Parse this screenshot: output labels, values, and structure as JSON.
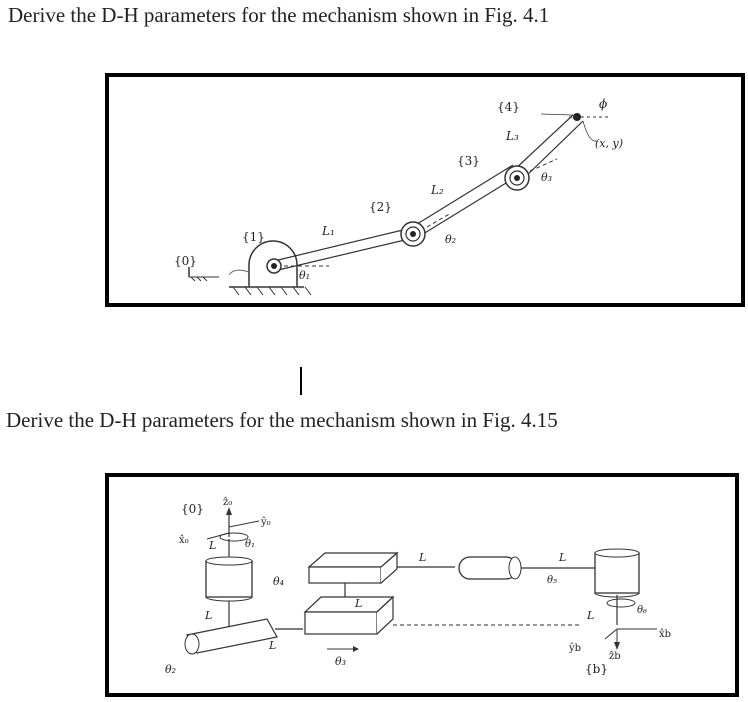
{
  "question1": {
    "text": "Derive the D-H parameters for the mechanism shown in Fig. 4.1"
  },
  "question2": {
    "text": "Derive the D-H parameters for the mechanism shown in Fig. 4.15"
  },
  "figure1": {
    "frames": [
      "{0}",
      "{1}",
      "{2}",
      "{3}",
      "{4}"
    ],
    "links": [
      "L₁",
      "L₂",
      "L₃"
    ],
    "joints": [
      "θ₁",
      "θ₂",
      "θ₃"
    ],
    "end_angle": "ϕ",
    "end_point": "(x, y)"
  },
  "figure2": {
    "frame0": "{0}",
    "frameb": "{b}",
    "axes0": {
      "z": "ẑ₀",
      "y": "ŷ₀",
      "x": "x̂₀"
    },
    "axesb": {
      "z": "ẑb",
      "y": "ŷb",
      "x": "x̂b"
    },
    "joints": [
      "θ₁",
      "θ₂",
      "θ₃",
      "θ₄",
      "θ₅",
      "θ₆"
    ],
    "link": "L"
  }
}
